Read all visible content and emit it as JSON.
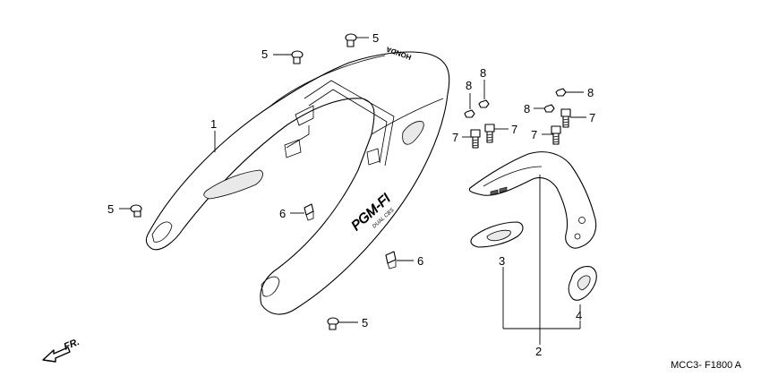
{
  "diagram": {
    "callouts": {
      "c1": "1",
      "c2": "2",
      "c3": "3",
      "c4": "4",
      "c5": "5",
      "c6": "6",
      "c7": "7",
      "c8": "8"
    },
    "cowl_texts": {
      "brand": "HONDA",
      "model": "PGM-FI",
      "sub": "DUAL CBS"
    },
    "front_indicator": "FR.",
    "diagram_code": "MCC3- F1800 A"
  }
}
